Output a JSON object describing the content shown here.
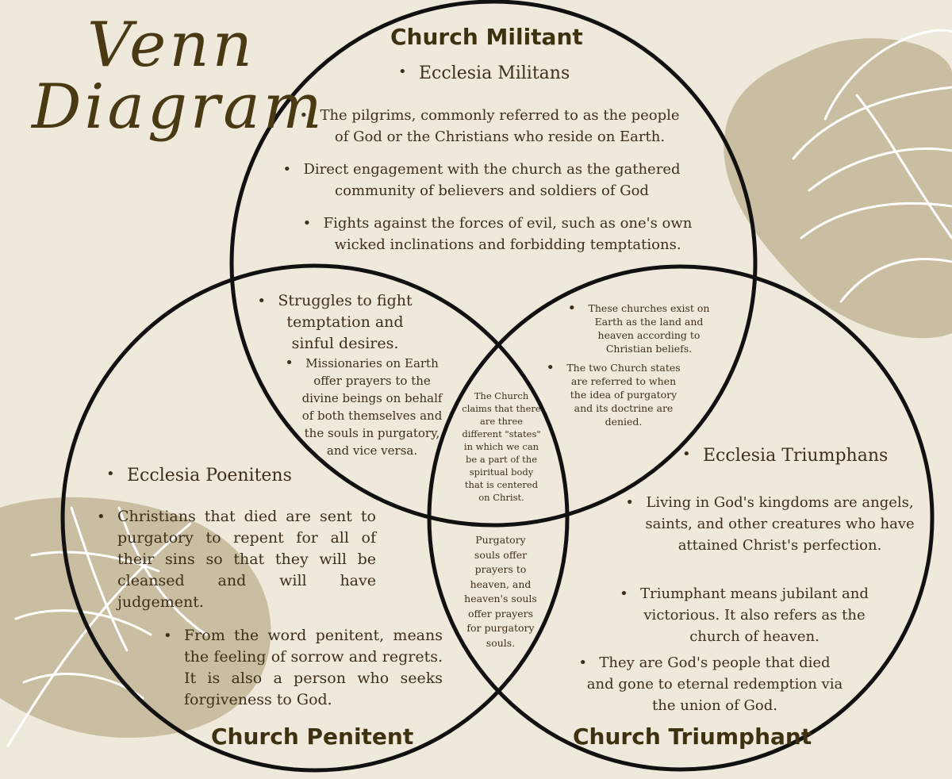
{
  "title": {
    "line1": "Venn",
    "line2": "Diagram"
  },
  "circles": {
    "militant": {
      "title": "Church Militant",
      "subtitle": "Ecclesia Militans",
      "points": [
        "The pilgrims, commonly referred to as the people of God or the Christians who reside on Earth.",
        "Direct engagement with the church as the gathered community of believers and soldiers of God",
        "Fights against the forces of evil, such as one's own wicked inclinations and forbidding temptations."
      ]
    },
    "penitent": {
      "title": "Church Penitent",
      "subtitle": "Ecclesia Poenitens",
      "points": [
        "Christians that died are sent to purgatory to repent for all of their sins so that they will be cleansed and will have judgement.",
        "From the word penitent, means the feeling of sorrow and regrets. It is also a person who seeks forgiveness to God."
      ]
    },
    "triumphant": {
      "title": "Church Triumphant",
      "subtitle": "Ecclesia Triumphans",
      "points": [
        "Living in God's kingdoms are angels, saints, and other creatures who have attained Christ's perfection.",
        "Triumphant means jubilant and victorious. It also refers as the church of heaven.",
        "They are God's people that died and gone to eternal redemption via the union of God."
      ]
    }
  },
  "overlaps": {
    "militant_penitent": {
      "points": [
        "Struggles to fight temptation and sinful desires.",
        "Missionaries on Earth offer prayers to the divine beings on behalf of both themselves and the souls in purgatory, and vice versa."
      ]
    },
    "militant_triumphant": {
      "points": [
        "These churches exist on Earth as the land and heaven according to Christian beliefs.",
        "The two Church states are referred to when the idea of purgatory and its doctrine are denied."
      ]
    },
    "penitent_triumphant": {
      "text": "Purgatory souls offer prayers to heaven, and heaven's souls offer prayers for purgatory souls."
    },
    "center": {
      "text": "The Church claims that there are three different \"states\" in which we can be a part of the spiritual body that is centered on Christ."
    }
  },
  "colors": {
    "background": "#efe9dc",
    "leaf_fill": "#c9bea1",
    "circle_stroke": "#111111",
    "title_color": "#4a3a14"
  }
}
